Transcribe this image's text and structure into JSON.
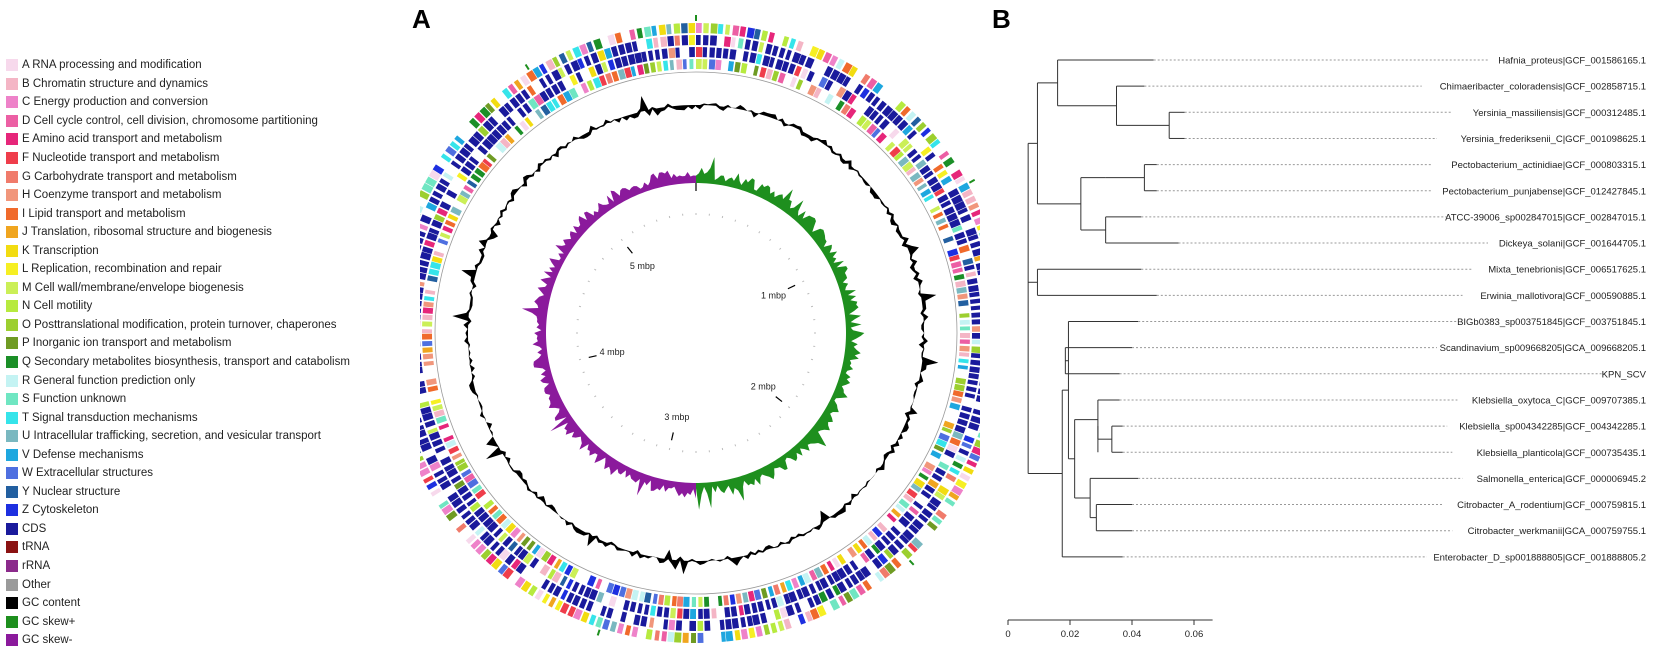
{
  "panels": {
    "a": "A",
    "b": "B"
  },
  "legend": [
    {
      "label": "A RNA processing and modification",
      "color": "#f7d9ec"
    },
    {
      "label": "B Chromatin structure and dynamics",
      "color": "#f4b5c5"
    },
    {
      "label": "C Energy production and conversion",
      "color": "#ee82c9"
    },
    {
      "label": "D Cell cycle control, cell division, chromosome partitioning",
      "color": "#ec5fa4"
    },
    {
      "label": "E Amino acid transport and metabolism",
      "color": "#e6267a"
    },
    {
      "label": "F Nucleotide transport and metabolism",
      "color": "#ef3d4b"
    },
    {
      "label": "G Carbohydrate transport and metabolism",
      "color": "#f07b6b"
    },
    {
      "label": "H Coenzyme transport and metabolism",
      "color": "#f1967b"
    },
    {
      "label": "I Lipid transport and metabolism",
      "color": "#f06a2b"
    },
    {
      "label": "J Translation, ribosomal structure and biogenesis",
      "color": "#f0a51f"
    },
    {
      "label": "K Transcription",
      "color": "#f2dc11"
    },
    {
      "label": "L Replication, recombination and repair",
      "color": "#f6ef23"
    },
    {
      "label": "M Cell wall/membrane/envelope biogenesis",
      "color": "#cbef57"
    },
    {
      "label": "N Cell motility",
      "color": "#b7ea3f"
    },
    {
      "label": "O Posttranslational modification, protein turnover, chaperones",
      "color": "#9ccf2f"
    },
    {
      "label": "P Inorganic ion transport and metabolism",
      "color": "#6f9b23"
    },
    {
      "label": "Q Secondary metabolites biosynthesis, transport and catabolism",
      "color": "#1b8f27"
    },
    {
      "label": "R General function prediction only",
      "color": "#c4f3f3"
    },
    {
      "label": "S Function unknown",
      "color": "#6fe6c2"
    },
    {
      "label": "T Signal transduction mechanisms",
      "color": "#35e4ea"
    },
    {
      "label": "U Intracellular trafficking, secretion, and vesicular transport",
      "color": "#7ab8c0"
    },
    {
      "label": "V Defense mechanisms",
      "color": "#1ea7df"
    },
    {
      "label": "W Extracellular structures",
      "color": "#4e6fe0"
    },
    {
      "label": "Y Nuclear structure",
      "color": "#225fa0"
    },
    {
      "label": "Z Cytoskeleton",
      "color": "#1d2fe0"
    },
    {
      "label": "CDS",
      "color": "#1a1a9c"
    },
    {
      "label": "tRNA",
      "color": "#8b1212"
    },
    {
      "label": "rRNA",
      "color": "#8b2a8b"
    },
    {
      "label": "Other",
      "color": "#9a9a9a"
    },
    {
      "label": "GC content",
      "color": "#000000"
    },
    {
      "label": "GC skew+",
      "color": "#1e8f1e"
    },
    {
      "label": "GC skew-",
      "color": "#8b1a9c"
    }
  ],
  "genome_map": {
    "tick_labels": [
      "1 mbp",
      "2 mbp",
      "3 mbp",
      "4 mbp",
      "5 mbp"
    ]
  },
  "tree": {
    "leaves": [
      "Hafnia_proteus|GCF_001586165.1",
      "Chimaeribacter_coloradensis|GCF_002858715.1",
      "Yersinia_massiliensis|GCF_000312485.1",
      "Yersinia_frederiksenii_C|GCF_001098625.1",
      "Pectobacterium_actinidiae|GCF_000803315.1",
      "Pectobacterium_punjabense|GCF_012427845.1",
      "ATCC-39006_sp002847015|GCF_002847015.1",
      "Dickeya_solani|GCF_001644705.1",
      "Mixta_tenebrionis|GCF_006517625.1",
      "Erwinia_mallotivora|GCF_000590885.1",
      "BIGb0383_sp003751845|GCF_003751845.1",
      "Scandinavium_sp009668205|GCA_009668205.1",
      "KPN_SCV",
      "Klebsiella_oxytoca_C|GCF_009707385.1",
      "Klebsiella_sp004342285|GCF_004342285.1",
      "Klebsiella_planticola|GCF_000735435.1",
      "Salmonella_enterica|GCF_000006945.2",
      "Citrobacter_A_rodentium|GCF_000759815.1",
      "Citrobacter_werkmanii|GCA_000759755.1",
      "Enterobacter_D_sp001888805|GCF_001888805.2"
    ],
    "axis_ticks": [
      "0",
      "0.02",
      "0.04",
      "0.06"
    ]
  }
}
